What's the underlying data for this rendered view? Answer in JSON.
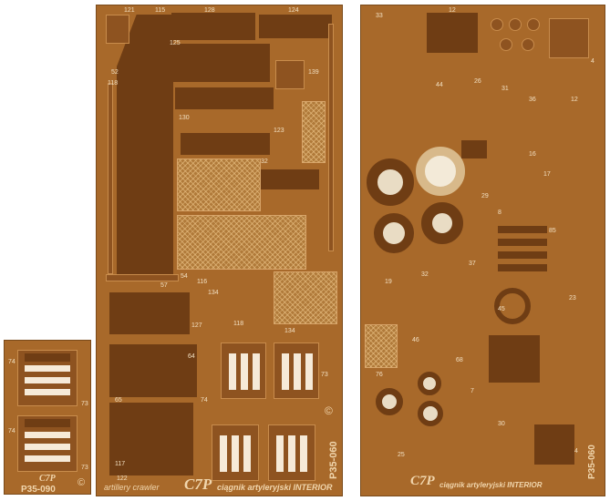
{
  "small_fret": {
    "numbers": [
      "74",
      "73",
      "74",
      "73"
    ],
    "logo": "C7P",
    "code": "P35-090",
    "copyright": "©"
  },
  "middle_fret": {
    "numbers": [
      "121",
      "115",
      "128",
      "124",
      "52",
      "125",
      "118",
      "130",
      "123",
      "139",
      "32",
      "54",
      "57",
      "116",
      "134",
      "127",
      "118",
      "134",
      "73",
      "74",
      "64",
      "65",
      "117",
      "122"
    ],
    "caption": "artillery crawler",
    "logo": "C7P",
    "caption_polish": "ciągnik artyleryjski INTERIOR",
    "code": "P35-060",
    "copyright": "©"
  },
  "right_fret": {
    "numbers": [
      "33",
      "12",
      "44",
      "26",
      "31",
      "36",
      "4",
      "12",
      "16",
      "17",
      "29",
      "85",
      "8",
      "37",
      "32",
      "19",
      "23",
      "45",
      "46",
      "68",
      "76",
      "7",
      "25",
      "30",
      "4"
    ],
    "logo": "C7P",
    "caption_polish": "ciągnik artyleryjski INTERIOR",
    "code": "P35-060"
  }
}
